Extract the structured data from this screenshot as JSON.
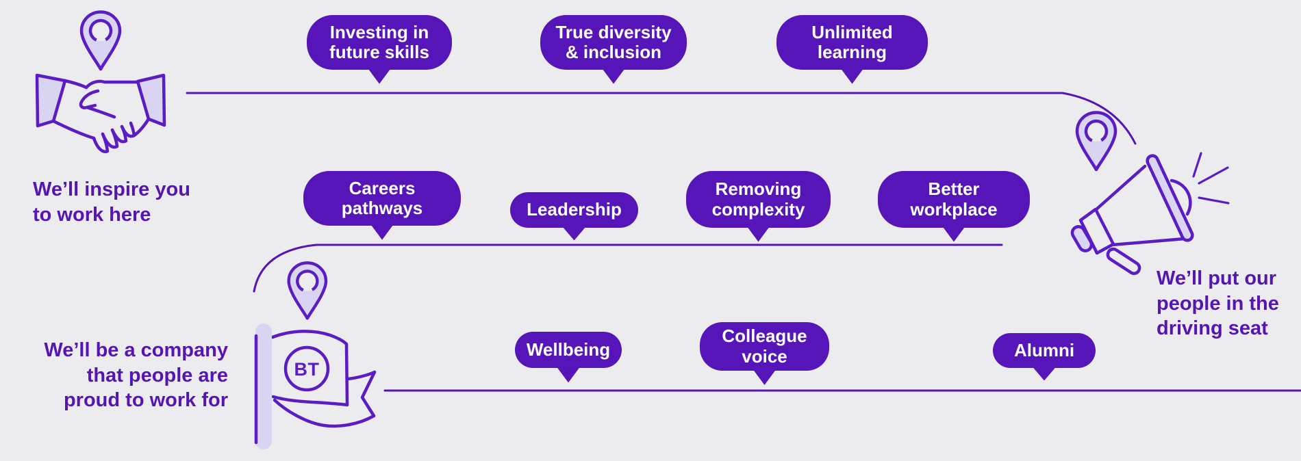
{
  "theme": {
    "background": "#ECEBEE",
    "bubble_purple": "#5615B8",
    "bubble_text": "#FFFFFF",
    "text_purple": "#5514B4",
    "line_purple": "#5514B4",
    "icon_stroke": "#5A1CC5",
    "icon_fill_light": "#D9D4F2"
  },
  "journey": {
    "flag_logo": "BT",
    "stages": [
      {
        "caption": "We’ll inspire you\nto work here",
        "icon": "handshake-icon",
        "bubbles": [
          "Investing in\nfuture skills",
          "True diversity\n& inclusion",
          "Unlimited\nlearning"
        ]
      },
      {
        "caption": "We’ll put our\npeople in the\ndriving seat",
        "icon": "megaphone-icon",
        "bubbles": [
          "Careers\npathways",
          "Leadership",
          "Removing\ncomplexity",
          "Better\nworkplace"
        ]
      },
      {
        "caption": "We’ll be a company\nthat people are\nproud to work for",
        "icon": "bt-flag-icon",
        "bubbles": [
          "Wellbeing",
          "Colleague\nvoice",
          "Alumni"
        ]
      }
    ]
  }
}
